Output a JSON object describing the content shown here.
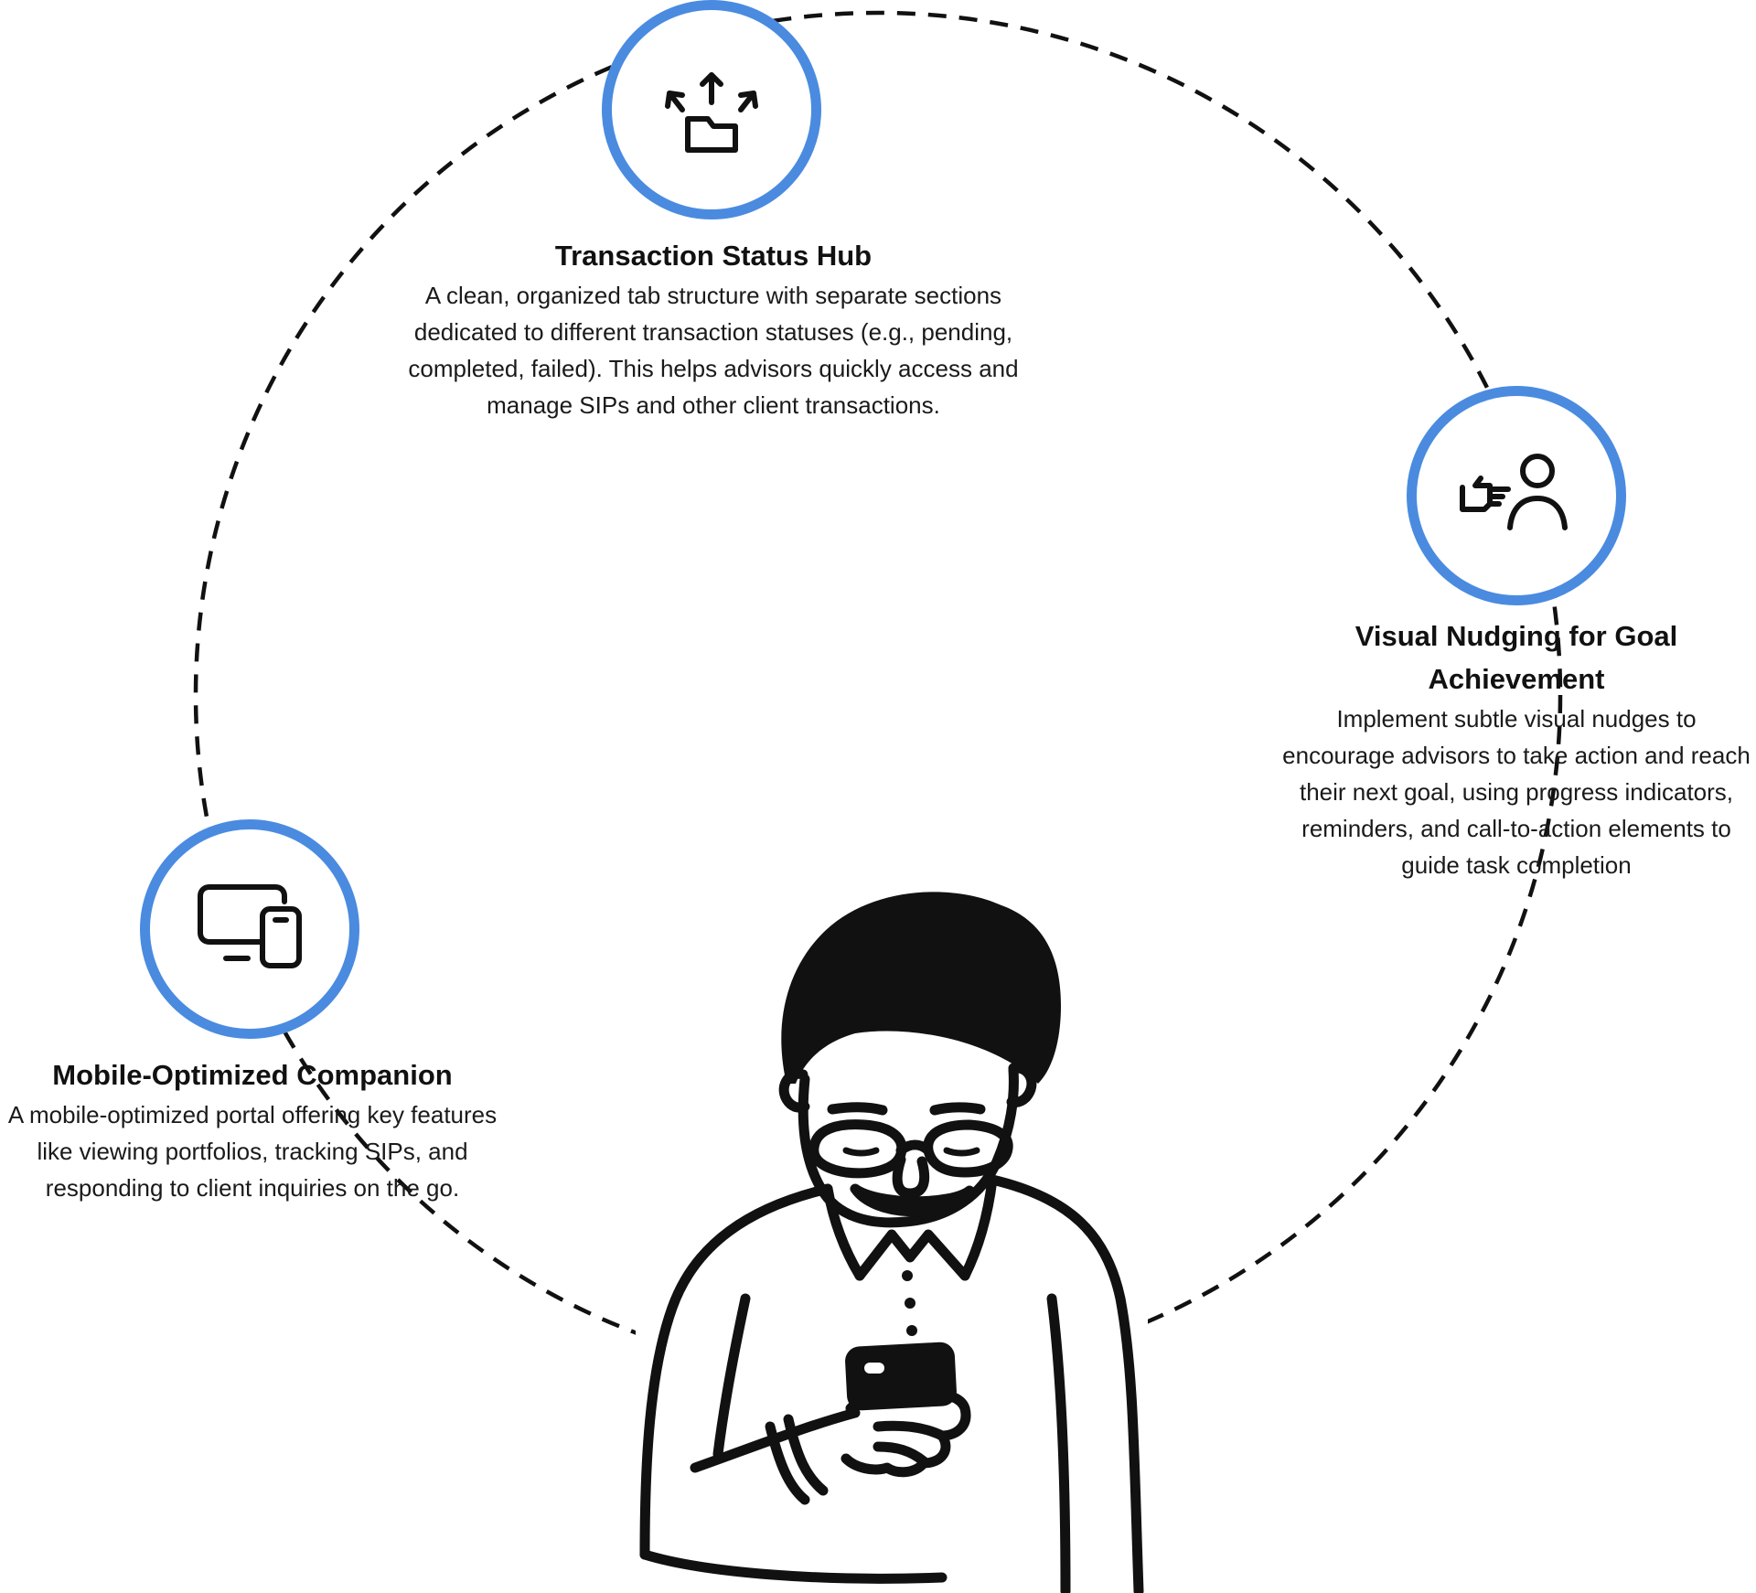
{
  "colors": {
    "accent": "#4a8be0",
    "ink": "#111111",
    "background": "#ffffff"
  },
  "features": {
    "transaction": {
      "title": "Transaction Status Hub",
      "description": "A clean, organized tab structure with separate sections dedicated to different transaction statuses (e.g., pending, completed, failed). This helps advisors quickly access and manage SIPs and other client transactions.",
      "icon": "folder-share-icon"
    },
    "nudging": {
      "title": "Visual Nudging for Goal Achievement",
      "description": "Implement subtle visual nudges to encourage advisors to take action and reach their next goal, using progress indicators, reminders, and call-to-action elements to guide task completion",
      "icon": "pointing-hand-user-icon"
    },
    "mobile": {
      "title": "Mobile-Optimized Companion",
      "description": "A mobile-optimized portal offering key features like viewing portfolios, tracking SIPs, and responding to client inquiries on the go.",
      "icon": "devices-icon"
    }
  },
  "illustration": "person-with-phone-illustration"
}
